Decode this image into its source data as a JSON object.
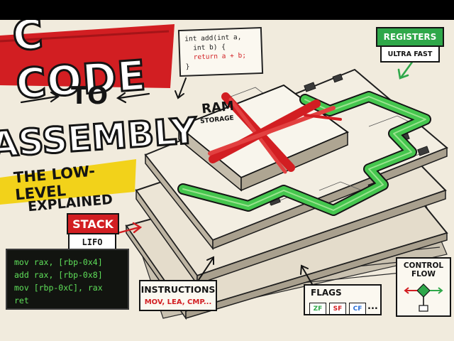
{
  "title": {
    "line1": "C CODE",
    "line2": "TO",
    "line3": "ASSEMBLY",
    "subtitle_line1": "THE LOW-LEVEL",
    "subtitle_line2": "EXPLAINED"
  },
  "c_code": {
    "lines": [
      "int add(int a,",
      "  int b) {",
      "  return a + b;",
      "}"
    ]
  },
  "registers": {
    "label": "REGISTERS",
    "sublabel": "ULTRA FAST"
  },
  "ram": {
    "label": "RAM",
    "sublabel": "STORAGE"
  },
  "stack": {
    "label": "STACK",
    "sublabel": "LIFO"
  },
  "assembly_code": {
    "lines": [
      "mov rax, [rbp-0x4]",
      "add rax, [rbp-0x8]",
      "mov [rbp-0xC], rax",
      "ret"
    ]
  },
  "instructions": {
    "label": "INSTRUCTIONS",
    "sublabel": "MOV, LEA, CMP..."
  },
  "flags": {
    "label": "FLAGS",
    "items": [
      {
        "name": "ZF",
        "color": "#2fa84a"
      },
      {
        "name": "SF",
        "color": "#d21e22"
      },
      {
        "name": "CF",
        "color": "#2a6fd6"
      }
    ],
    "more": "..."
  },
  "control_flow": {
    "label_line1": "CONTROL",
    "label_line2": "FLOW"
  },
  "colors": {
    "accent_red": "#d21e22",
    "accent_green": "#2fa84a",
    "accent_yellow": "#f2d21a",
    "ink": "#141414",
    "paper": "#f1ebdd"
  },
  "icons": [
    "red-x-mark",
    "arrow-icon",
    "decision-diamond-icon"
  ]
}
